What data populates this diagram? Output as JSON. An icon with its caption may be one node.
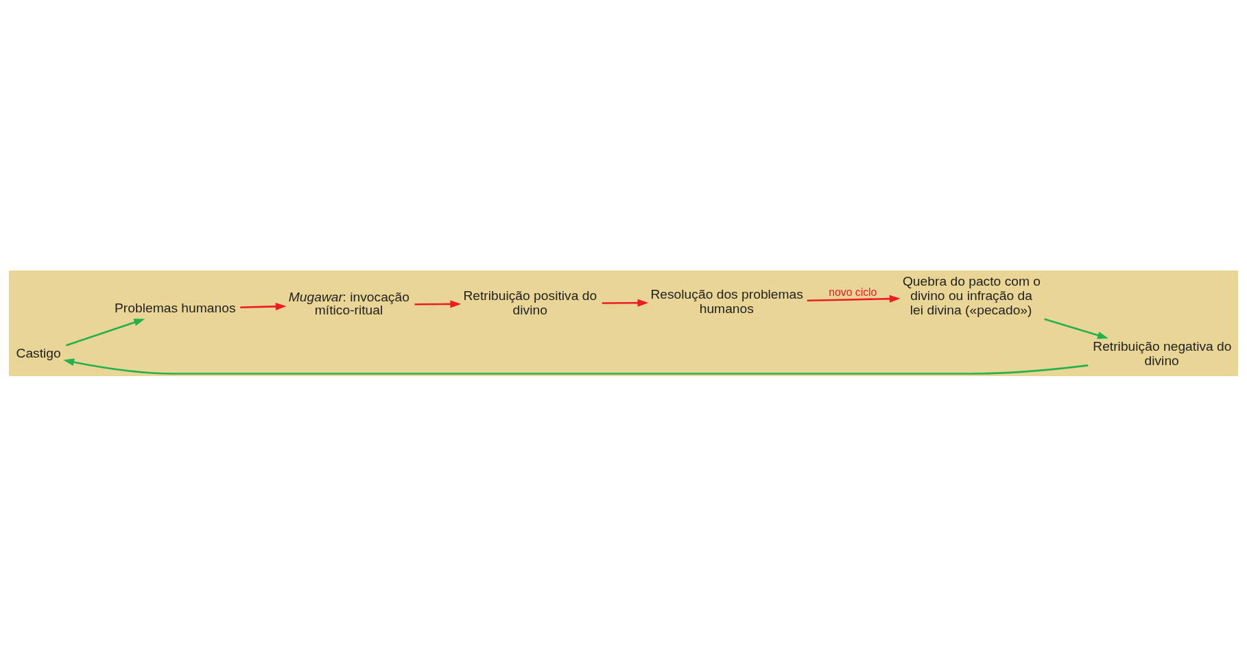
{
  "diagram": {
    "nodes": [
      {
        "text": [
          "Castigo"
        ]
      },
      {
        "text": [
          "Retribuição negativa do divino"
        ]
      },
      {
        "text": [
          "Retribuição positiva do divino"
        ]
      },
      {
        "text": [
          "*Mugawar*: invocação mítico-ritual"
        ]
      },
      {
        "text": [
          "Resolução dos problemas humanos"
        ]
      },
      {
        "text": [
          "Problemas humanos"
        ]
      },
      {
        "text": [
          "Quebra do pacto com o divino ou infração da lei divina («pecado»)"
        ]
      }
    ],
    "edges": [
      {
        "from": 1,
        "to": 0,
        "arrow": "to",
        "color": "#22b14c"
      },
      {
        "from": 0,
        "to": 5,
        "arrow": "to",
        "color": "#22b14c"
      },
      {
        "from": 5,
        "to": 3,
        "arrow": "to"
      },
      {
        "from": 3,
        "to": 2,
        "arrow": "to"
      },
      {
        "from": 2,
        "to": 4,
        "arrow": "to"
      },
      {
        "from": 4,
        "to": 6,
        "arrow": "to",
        "label": "novo ciclo"
      },
      {
        "from": 6,
        "to": 1,
        "arrow": "to",
        "color": "#22b14c"
      }
    ]
  }
}
